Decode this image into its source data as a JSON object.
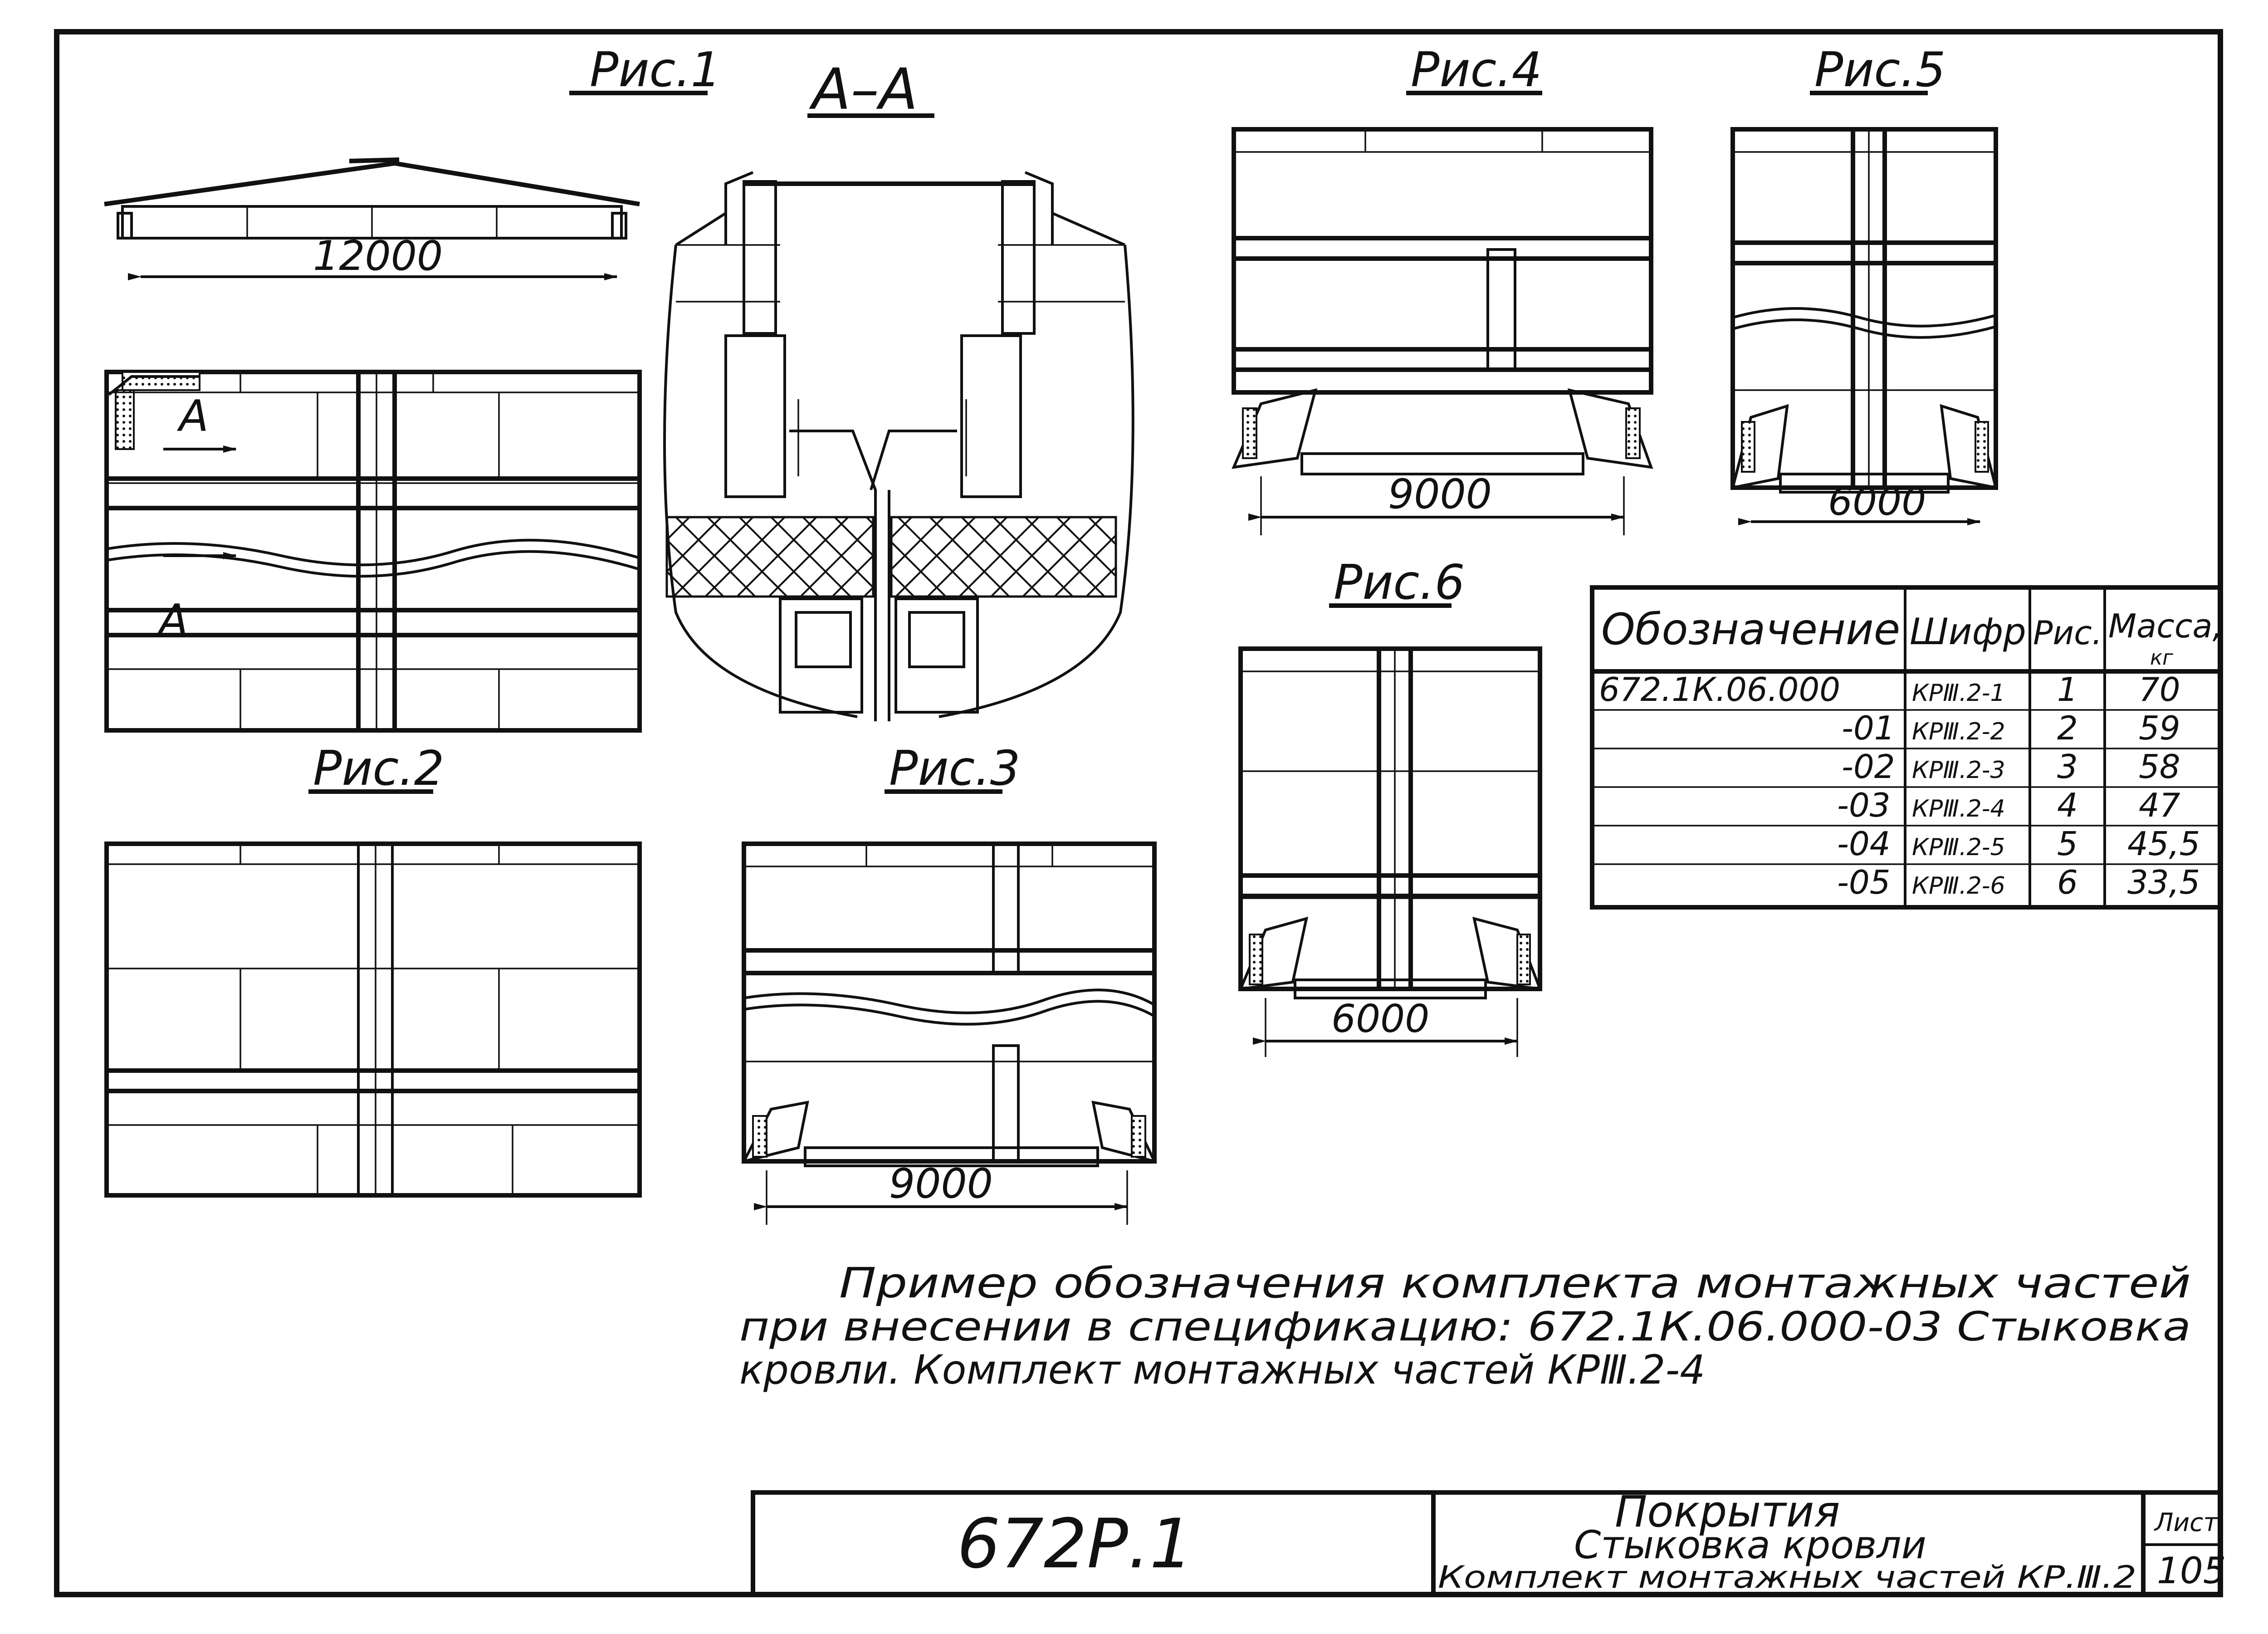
{
  "figures": {
    "fig1": {
      "label": "Рис.1",
      "dimension": "12000"
    },
    "section": {
      "label": "А–А",
      "cut_mark_top": "А",
      "cut_mark_bottom": "А"
    },
    "fig2": {
      "label": "Рис.2"
    },
    "fig3": {
      "label": "Рис.3",
      "dimension": "9000"
    },
    "fig4": {
      "label": "Рис.4",
      "dimension": "9000"
    },
    "fig5": {
      "label": "Рис.5",
      "dimension": "6000"
    },
    "fig6": {
      "label": "Рис.6",
      "dimension": "6000"
    }
  },
  "spec_table": {
    "headers": [
      "Обозначение",
      "Шифр",
      "Рис.",
      "Масса,",
      "кг"
    ],
    "rows": [
      {
        "designation": "672.1К.06.000",
        "code": "КРⅢ.2-1",
        "fig": "1",
        "mass": "70"
      },
      {
        "designation": "-01",
        "code": "КРⅢ.2-2",
        "fig": "2",
        "mass": "59"
      },
      {
        "designation": "-02",
        "code": "КРⅢ.2-3",
        "fig": "3",
        "mass": "58"
      },
      {
        "designation": "-03",
        "code": "КРⅢ.2-4",
        "fig": "4",
        "mass": "47"
      },
      {
        "designation": "-04",
        "code": "КРⅢ.2-5",
        "fig": "5",
        "mass": "45,5"
      },
      {
        "designation": "-05",
        "code": "КРⅢ.2-6",
        "fig": "6",
        "mass": "33,5"
      }
    ]
  },
  "note": {
    "line1": "Пример обозначения комплекта монтажных частей",
    "line2": "при внесении в спецификацию: 672.1К.06.000-03 Стыковка",
    "line3": "кровли. Комплект монтажных частей КРⅢ.2-4"
  },
  "title_block": {
    "code": "672Р.1",
    "title1": "Покрытия",
    "title2": "Стыковка кровли",
    "title3": "Комплект монтажных частей КР.Ⅲ.2",
    "sheet_label": "Лист",
    "sheet_number": "105"
  }
}
